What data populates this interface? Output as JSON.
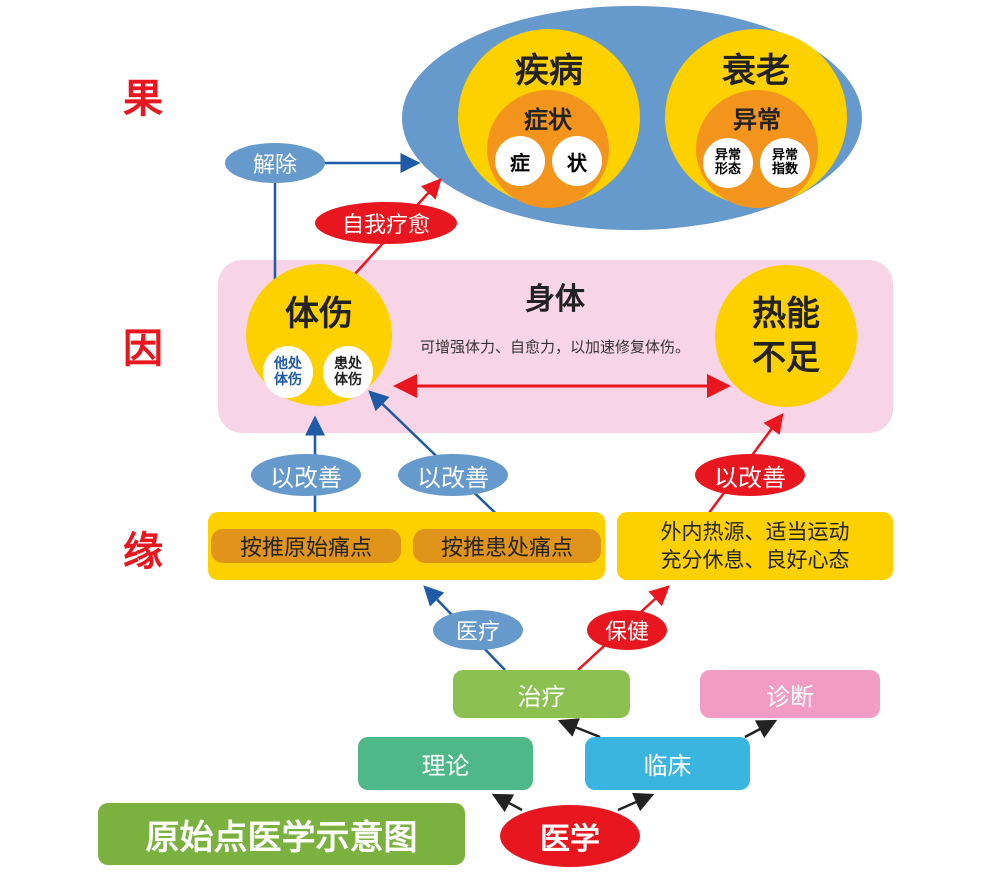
{
  "levels": {
    "fruit": "果",
    "cause": "因",
    "condition": "缘"
  },
  "result": {
    "disease": {
      "title": "疾病",
      "symptom": "症状",
      "sub": [
        "症",
        "状"
      ]
    },
    "aging": {
      "title": "衰老",
      "abnormal": "异常",
      "sub": [
        "异常\n形态",
        "异常\n指数"
      ]
    }
  },
  "labels": {
    "relieve": "解除",
    "self_heal": "自我疗愈",
    "improve": [
      "以改善",
      "以改善",
      "以改善"
    ],
    "medical_treatment": "医疗",
    "health_care": "保健"
  },
  "body": {
    "title": "身体",
    "desc": "可增强体力、自愈力，以加速修复体伤。",
    "injury": {
      "title": "体伤",
      "sub": [
        "他处\n体伤",
        "患处\n体伤"
      ]
    },
    "heat": "热能\n不足"
  },
  "conditions": {
    "massage": [
      "按推原始痛点",
      "按推患处痛点"
    ],
    "lifestyle": "外内热源、适当运动\n充分休息、良好心态"
  },
  "tree": {
    "treatment": "治疗",
    "diagnosis": "诊断",
    "theory": "理论",
    "clinical": "临床",
    "medicine": "医学"
  },
  "caption": "原始点医学示意图",
  "colors": {
    "blue": "#6699cc",
    "yellow": "#fdd000",
    "orange": "#f3941c",
    "red": "#e8161e",
    "pink": "#f8d5e6"
  }
}
